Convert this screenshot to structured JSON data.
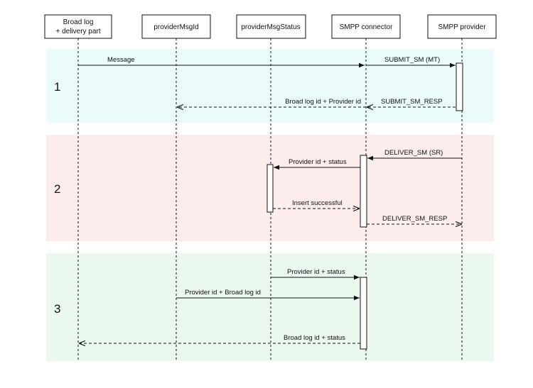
{
  "colors": {
    "band_1": "#ebfbfb",
    "band_2": "#fdecec",
    "band_3": "#eaf8ee",
    "line": "#111111"
  },
  "participants": [
    {
      "id": "broadlog",
      "label_lines": [
        "Broad log",
        "+ delivery part"
      ]
    },
    {
      "id": "providerMsgId",
      "label_lines": [
        "providerMsgId"
      ]
    },
    {
      "id": "providerMsgStatus",
      "label_lines": [
        "providerMsgStatus"
      ]
    },
    {
      "id": "smpp-connector",
      "label_lines": [
        "SMPP connector"
      ]
    },
    {
      "id": "smpp-provider",
      "label_lines": [
        "SMPP provider"
      ]
    }
  ],
  "phases": [
    {
      "number": "1"
    },
    {
      "number": "2"
    },
    {
      "number": "3"
    }
  ],
  "messages": [
    {
      "from": "broadlog",
      "to": "smpp-connector",
      "label": "Message",
      "style": "solid"
    },
    {
      "from": "smpp-connector",
      "to": "smpp-provider",
      "label": "SUBMIT_SM (MT)",
      "style": "solid"
    },
    {
      "from": "smpp-provider",
      "to": "smpp-connector",
      "label": "SUBMIT_SM_RESP",
      "style": "dashed"
    },
    {
      "from": "smpp-connector",
      "to": "providerMsgId",
      "label": "Broad log id + Provider id",
      "style": "dashed"
    },
    {
      "from": "smpp-provider",
      "to": "smpp-connector",
      "label": "DELIVER_SM (SR)",
      "style": "solid"
    },
    {
      "from": "smpp-connector",
      "to": "providerMsgStatus",
      "label": "Provider id + status",
      "style": "solid"
    },
    {
      "from": "providerMsgStatus",
      "to": "smpp-connector",
      "label": "Insert successful",
      "style": "dashed"
    },
    {
      "from": "smpp-connector",
      "to": "smpp-provider",
      "label": "DELIVER_SM_RESP",
      "style": "dashed"
    },
    {
      "from": "providerMsgStatus",
      "to": "smpp-connector",
      "label": "Provider id + status",
      "style": "solid"
    },
    {
      "from": "providerMsgId",
      "to": "smpp-connector",
      "label": "Provider id + Broad log id",
      "style": "solid"
    },
    {
      "from": "smpp-connector",
      "to": "broadlog",
      "label": "Broad log id + status",
      "style": "dashed"
    }
  ]
}
